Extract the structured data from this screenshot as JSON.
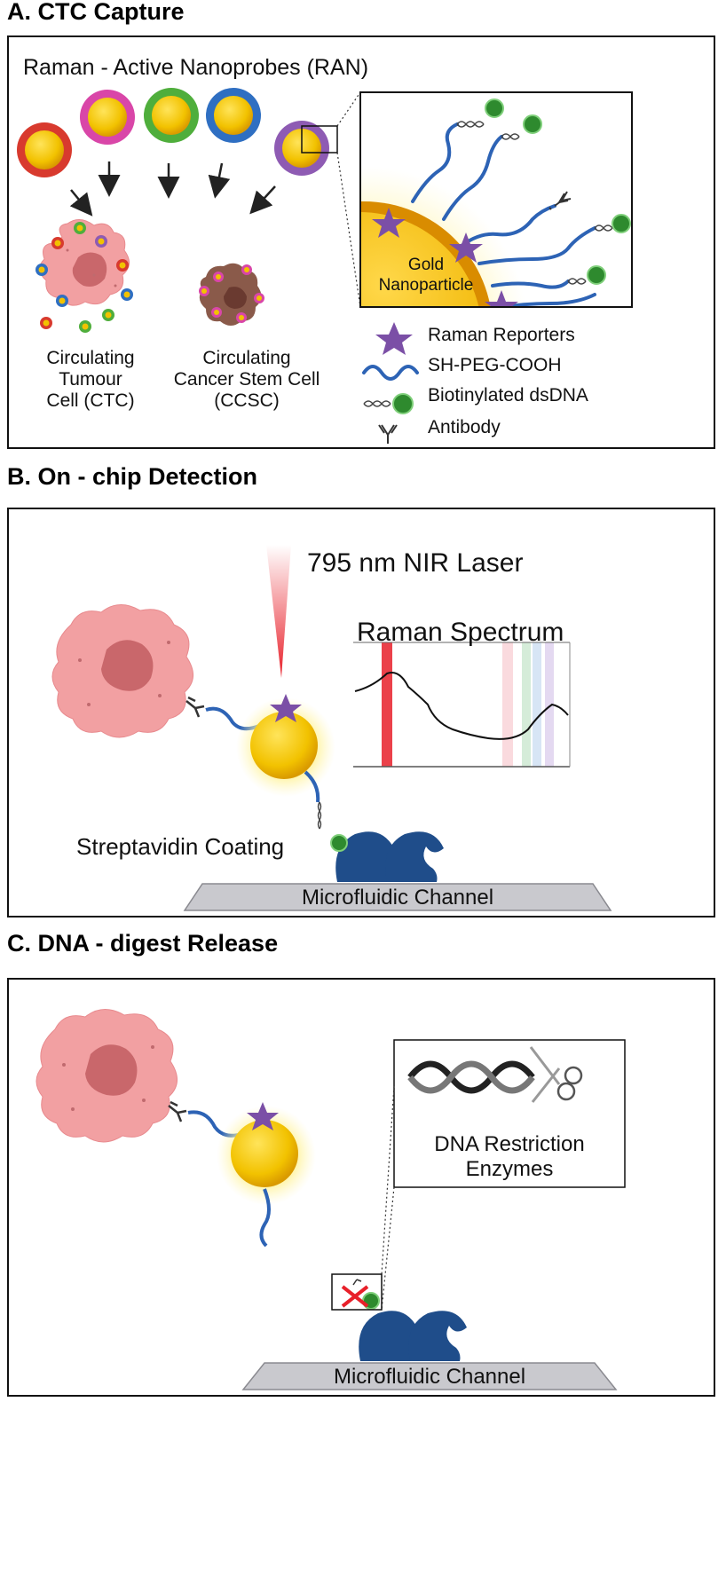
{
  "sections": {
    "a": {
      "title": "A. CTC Capture",
      "subtitle": "Raman - Active Nanoprobes (RAN)",
      "inset_particle_label_line1": "Gold",
      "inset_particle_label_line2": "Nanoparticle",
      "ctc_label": [
        "Circulating",
        "Tumour",
        "Cell (CTC)"
      ],
      "ccsc_label": [
        "Circulating",
        "Cancer Stem Cell",
        "(CCSC)"
      ],
      "legend": [
        {
          "icon": "star-icon",
          "label": "Raman Reporters"
        },
        {
          "icon": "peg-chain-icon",
          "label": "SH-PEG-COOH"
        },
        {
          "icon": "biotinylated-dsdna-icon",
          "label": "Biotinylated dsDNA"
        },
        {
          "icon": "antibody-icon",
          "label": "Antibody"
        }
      ],
      "nanoprobe_ring_colors": [
        "#d83a2e",
        "#d946a8",
        "#4fae3c",
        "#2f6fc2",
        "#8e5bb3"
      ]
    },
    "b": {
      "title": "B. On - chip Detection",
      "laser_label": "795 nm NIR Laser",
      "spectrum_title": "Raman Spectrum",
      "coating_label": "Streptavidin Coating",
      "channel_label": "Microfluidic Channel"
    },
    "c": {
      "title": "C. DNA - digest Release",
      "enzyme_label_line1": "DNA Restriction",
      "enzyme_label_line2": "Enzymes",
      "channel_label": "Microfluidic Channel"
    }
  },
  "colors": {
    "gold": "#f2c200",
    "cell_pink": "#f2a0a2",
    "nucleus": "#c9676b",
    "stem_cell": "#8a5a4a",
    "peg_blue": "#2d63b5",
    "reporter_purple": "#7b4fa6",
    "biotin_green": "#2e8a2e",
    "streptavidin": "#1f4d8a",
    "laser_red": "#e8202a"
  }
}
